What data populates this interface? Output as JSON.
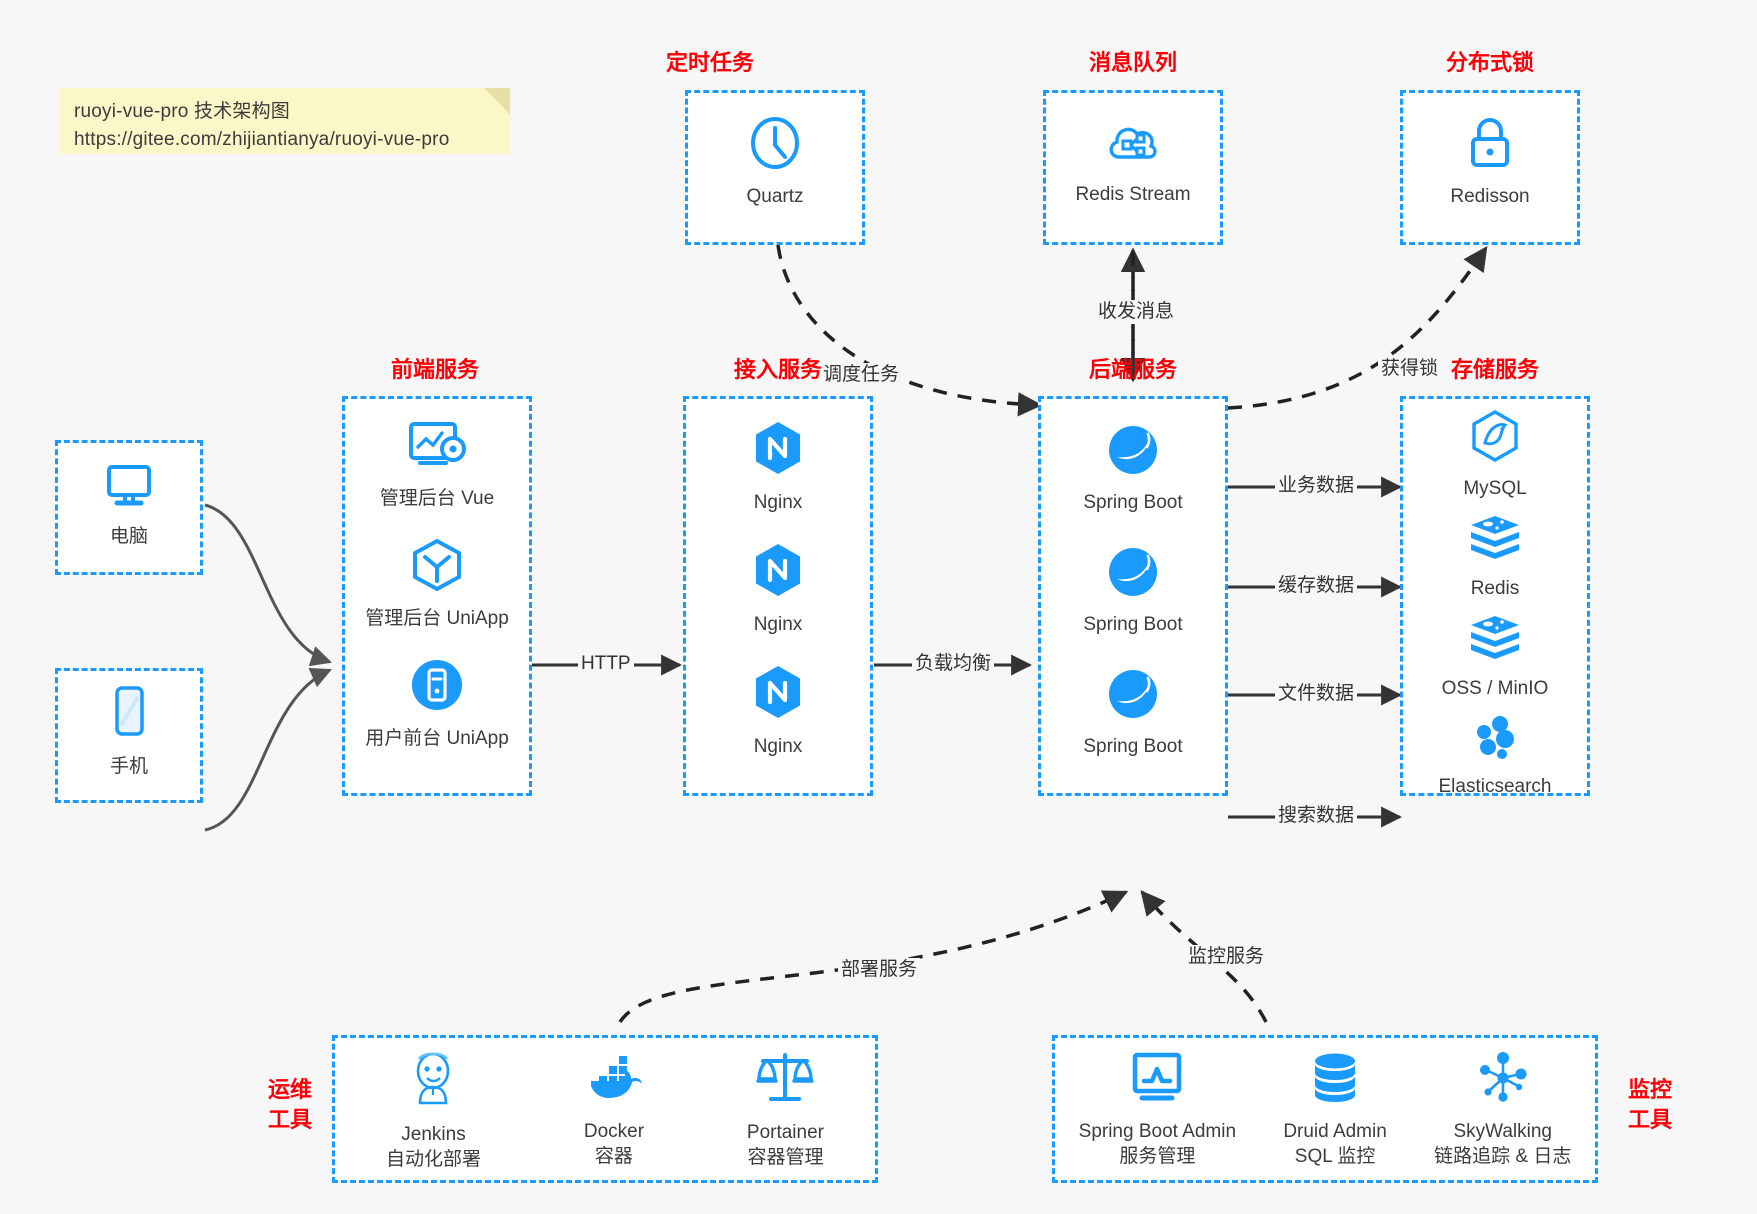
{
  "note": {
    "line1": "ruoyi-vue-pro 技术架构图",
    "line2": "https://gitee.com/zhijiantianya/ruoyi-vue-pro"
  },
  "groups": {
    "scheduled_task": {
      "title": "定时任务",
      "nodes": [
        {
          "name": "Quartz",
          "icon": "clock-icon"
        }
      ]
    },
    "message_queue": {
      "title": "消息队列",
      "nodes": [
        {
          "name": "Redis Stream",
          "icon": "cloud-stream-icon"
        }
      ]
    },
    "distributed_lock": {
      "title": "分布式锁",
      "nodes": [
        {
          "name": "Redisson",
          "icon": "lock-icon"
        }
      ]
    },
    "clients": {
      "nodes": [
        {
          "name": "电脑",
          "icon": "desktop-icon"
        },
        {
          "name": "手机",
          "icon": "mobile-icon"
        }
      ]
    },
    "frontend": {
      "title": "前端服务",
      "nodes": [
        {
          "name": "管理后台 Vue",
          "icon": "dashboard-gear-icon"
        },
        {
          "name": "管理后台 UniApp",
          "icon": "cube-icon"
        },
        {
          "name": "用户前台 UniApp",
          "icon": "app-tile-icon"
        }
      ]
    },
    "gateway": {
      "title": "接入服务",
      "nodes": [
        {
          "name": "Nginx",
          "icon": "nginx-icon"
        },
        {
          "name": "Nginx",
          "icon": "nginx-icon"
        },
        {
          "name": "Nginx",
          "icon": "nginx-icon"
        }
      ]
    },
    "backend": {
      "title": "后端服务",
      "nodes": [
        {
          "name": "Spring Boot",
          "icon": "spring-boot-icon"
        },
        {
          "name": "Spring Boot",
          "icon": "spring-boot-icon"
        },
        {
          "name": "Spring Boot",
          "icon": "spring-boot-icon"
        }
      ]
    },
    "storage": {
      "title": "存储服务",
      "nodes": [
        {
          "name": "MySQL",
          "icon": "mysql-icon"
        },
        {
          "name": "Redis",
          "icon": "redis-icon"
        },
        {
          "name": "OSS / MinIO",
          "icon": "redis-icon"
        },
        {
          "name": "Elasticsearch",
          "icon": "elasticsearch-icon"
        }
      ]
    },
    "devops": {
      "title_line1": "运维",
      "title_line2": "工具",
      "nodes": [
        {
          "name": "Jenkins",
          "desc": "自动化部署",
          "icon": "jenkins-icon"
        },
        {
          "name": "Docker",
          "desc": "容器",
          "icon": "docker-icon"
        },
        {
          "name": "Portainer",
          "desc": "容器管理",
          "icon": "scales-icon"
        }
      ]
    },
    "monitor": {
      "title_line1": "监控",
      "title_line2": "工具",
      "nodes": [
        {
          "name": "Spring Boot Admin",
          "desc": "服务管理",
          "icon": "monitor-chart-icon"
        },
        {
          "name": "Druid Admin",
          "desc": "SQL 监控",
          "icon": "database-icon"
        },
        {
          "name": "SkyWalking",
          "desc": "链路追踪 & 日志",
          "icon": "skywalking-icon"
        }
      ]
    }
  },
  "edges": [
    {
      "id": "client-to-frontend",
      "label": ""
    },
    {
      "id": "frontend-to-gateway",
      "label": "HTTP"
    },
    {
      "id": "gateway-to-backend",
      "label": "负载均衡"
    },
    {
      "id": "quartz-to-backend",
      "label": "调度任务"
    },
    {
      "id": "backend-to-mq",
      "label": "收发消息"
    },
    {
      "id": "backend-to-lock",
      "label": "获得锁"
    },
    {
      "id": "backend-to-mysql",
      "label": "业务数据"
    },
    {
      "id": "backend-to-redis",
      "label": "缓存数据"
    },
    {
      "id": "backend-to-oss",
      "label": "文件数据"
    },
    {
      "id": "backend-to-es",
      "label": "搜索数据"
    },
    {
      "id": "devops-to-backend",
      "label": "部署服务"
    },
    {
      "id": "monitor-to-backend",
      "label": "监控服务"
    }
  ],
  "colors": {
    "accent": "#1a9bfc",
    "title_red": "#fb0007",
    "background": "#f7f7f7",
    "note_bg": "#fcf7c8",
    "text": "#3c3c3c",
    "arrow": "#333333"
  }
}
